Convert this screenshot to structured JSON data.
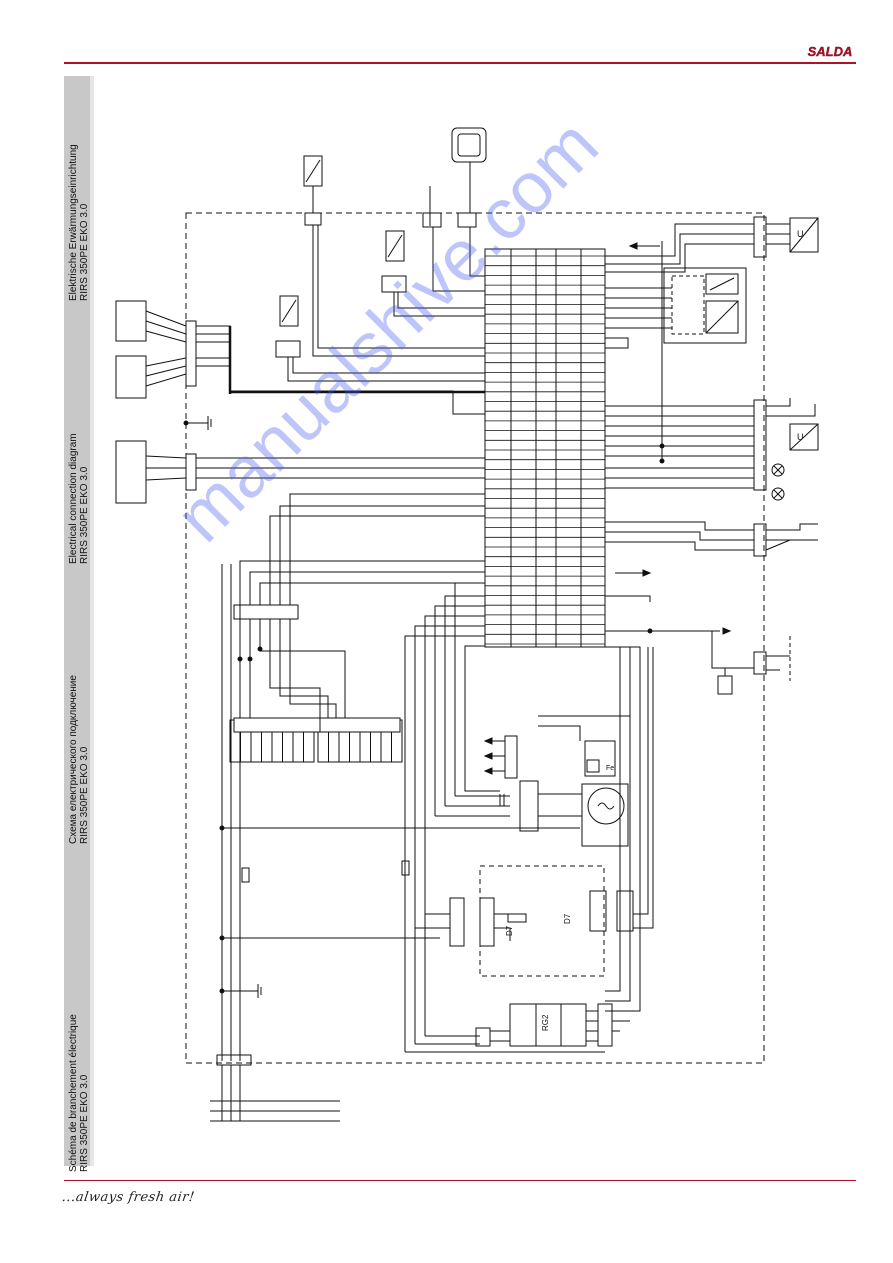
{
  "brand": {
    "logo_text": "SALDA",
    "tagline": "...always fresh air!"
  },
  "sidebar_titles": [
    {
      "title": "Schéma de branchement électrique",
      "model": "RIRS 350PE EKO 3.0"
    },
    {
      "title": "Схема електрического подключение",
      "model": "RIRS 350PE EKO 3.0"
    },
    {
      "title": "Electrical connection diagram",
      "model": "RIRS 350PE EKO 3.0"
    },
    {
      "title": "Elektrische Erwärmungseinrichtung",
      "model": "RIRS 350PE EKO 3.0"
    }
  ],
  "diagram": {
    "labels": {
      "rg2": "RG2",
      "fe": "Fe",
      "u_top": "U",
      "u_mid": "U",
      "d7a": "D7",
      "d7b": "D7"
    }
  },
  "watermark": "manualshive.com",
  "colors": {
    "brand_red": "#b0102a",
    "sidebar_gray": "#c8c8c8",
    "wire": "#111111"
  }
}
